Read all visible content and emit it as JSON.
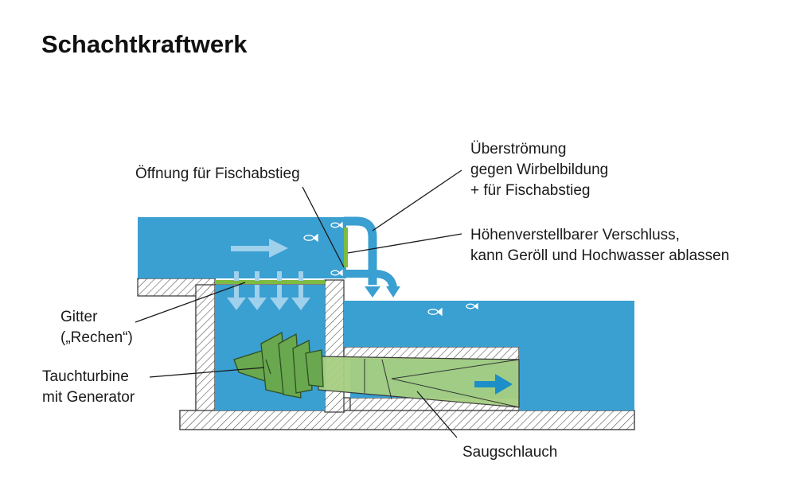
{
  "title": "Schachtkraftwerk",
  "labels": {
    "fish_descent_opening": "Öffnung für Fischabstieg",
    "overflow_line1": "Überströmung",
    "overflow_line2": "gegen Wirbelbildung",
    "overflow_line3": "+ für Fischabstieg",
    "gate_line1": "Höhenverstellbarer Verschluss,",
    "gate_line2": "kann Geröll und Hochwasser ablassen",
    "screen_line1": "Gitter",
    "screen_line2": "(„Rechen“)",
    "turbine_line1": "Tauchturbine",
    "turbine_line2": "mit Generator",
    "draft_tube": "Saugschlauch"
  },
  "colors": {
    "water": "#3a9fd1",
    "green": "#7dbb42",
    "turbine": "#69a84e",
    "turbine_dark": "#3f6e2c",
    "draft_tube": "#a6cf81",
    "arrow_light": "#9fd0ec",
    "arrow_dark": "#1e8ec8",
    "hatch": "#444444"
  },
  "icons": [
    "fish-icon",
    "flow-arrow-icon"
  ]
}
